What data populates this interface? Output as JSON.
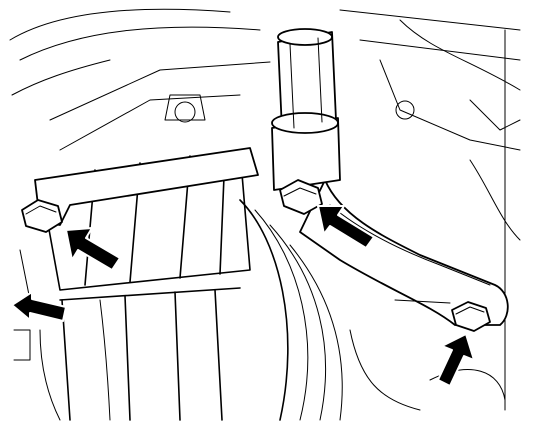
{
  "figure": {
    "subject": "engine-mount-bracket-bolts",
    "background_color": "#ffffff",
    "line_color": "#000000",
    "arrow_color": "#000000",
    "icons": {
      "arrow": "arrow-icon",
      "bolt": "hex-bolt-icon",
      "socket": "socket-wrench-icon"
    },
    "arrow_count": 4,
    "bolt_count": 3
  }
}
